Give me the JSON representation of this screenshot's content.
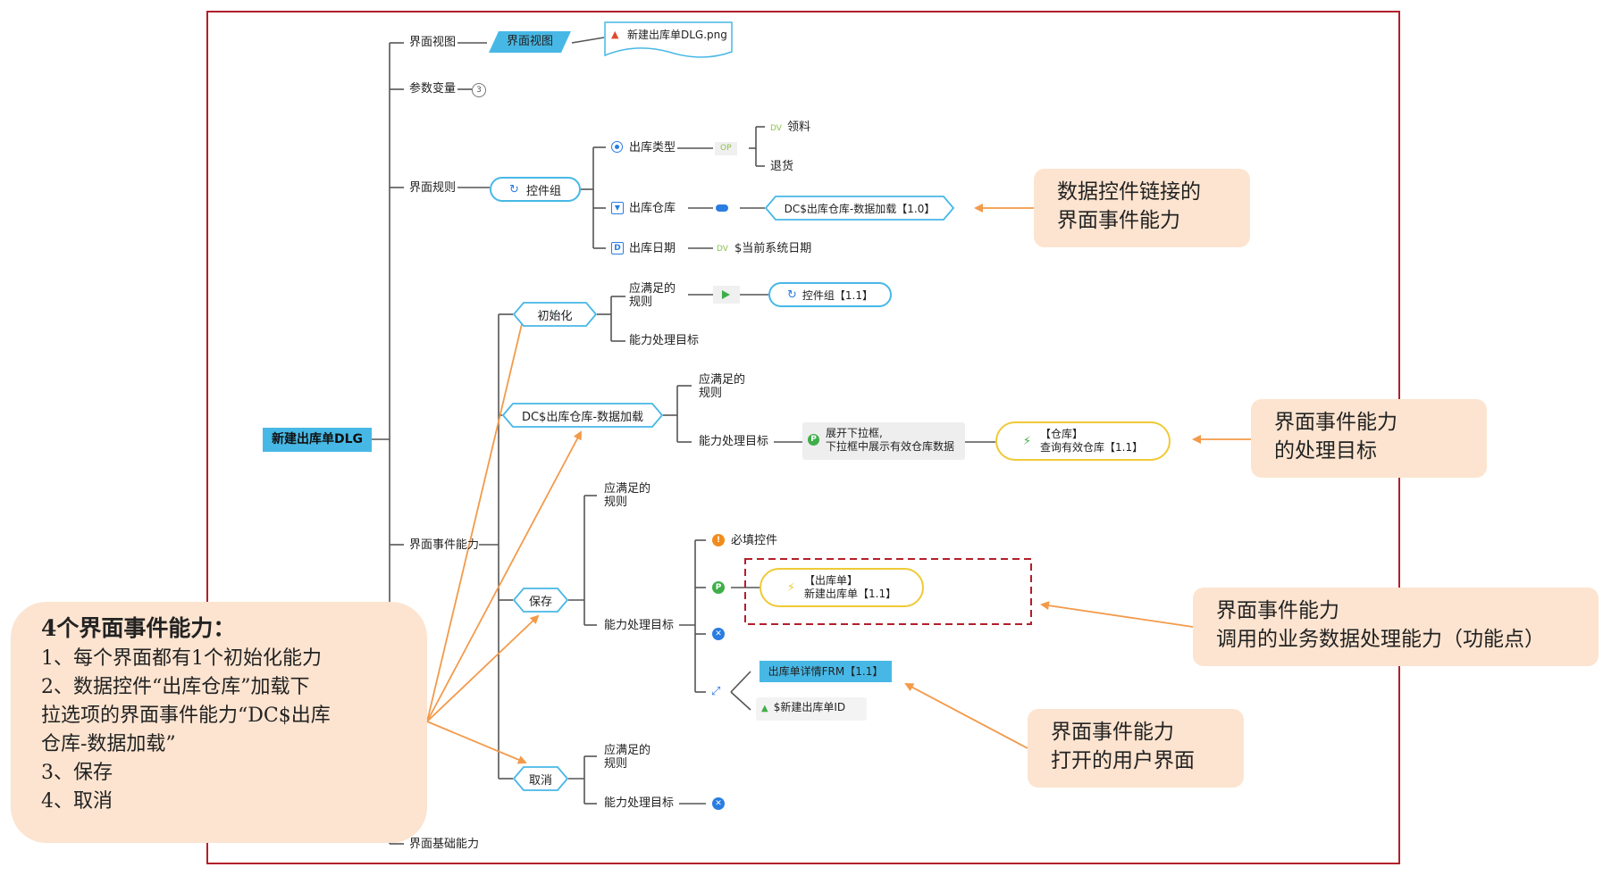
{
  "root": {
    "label": "新建出库单DLG"
  },
  "branches": {
    "ui_view": "界面视图",
    "ui_view_tag": "界面视图",
    "ui_view_file": "新建出库单DLG.png",
    "params": "参数变量",
    "params_count": "3",
    "ui_rules": "界面规则",
    "control_group": "控件组",
    "out_type": "出库类型",
    "op_tag": "OP",
    "dv_tag": "DV",
    "opt_material": "领料",
    "opt_return": "退货",
    "out_warehouse": "出库仓库",
    "dcs_link": "DC$出库仓库-数据加载【1.0】",
    "out_date": "出库日期",
    "sys_date": "$当前系统日期",
    "events": "界面事件能力",
    "base_ability": "界面基础能力"
  },
  "init": {
    "label": "初始化",
    "rules": "应满足的\n规则",
    "target": "能力处理目标",
    "link": "控件组【1.1】"
  },
  "dcs": {
    "label": "DC$出库仓库-数据加载",
    "rules": "应满足的\n规则",
    "target": "能力处理目标",
    "desc": "展开下拉框,\n下拉框中展示有效仓库数据",
    "func": "【仓库】\n查询有效仓库【1.1】"
  },
  "save": {
    "label": "保存",
    "rules": "应满足的\n规则",
    "target": "能力处理目标",
    "required": "必填控件",
    "func": "【出库单】\n新建出库单【1.1】",
    "frm": "出库单详情FRM【1.1】",
    "param": "$新建出库单ID"
  },
  "cancel": {
    "label": "取消",
    "rules": "应满足的\n规则",
    "target": "能力处理目标"
  },
  "notes": {
    "n1": "数据控件链接的\n界面事件能力",
    "n2": "界面事件能力\n的处理目标",
    "n3": "界面事件能力\n调用的业务数据处理能力（功能点）",
    "n4": "界面事件能力\n打开的用户界面",
    "main_title": "4个界面事件能力：",
    "main_body": "1、每个界面都有1个初始化能力\n2、数据控件“出库仓库”加载下\n拉选项的界面事件能力“DC$出库\n仓库-数据加载”\n3、保存\n4、取消"
  },
  "colors": {
    "frame": "#b21f2b",
    "accent": "#47b8e6",
    "yellow": "#f0c936",
    "arrow": "#f39a4a",
    "note_bg": "#fce4d0",
    "dashed": "#b21f2b"
  }
}
